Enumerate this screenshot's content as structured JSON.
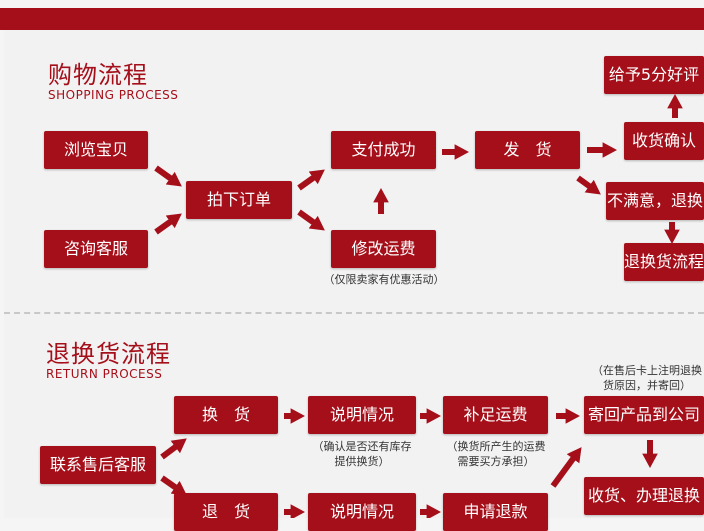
{
  "shopping": {
    "title_cn": "购物流程",
    "title_en": "SHOPPING PROCESS",
    "browse": "浏览宝贝",
    "consult": "咨询客服",
    "order": "拍下订单",
    "pay_success": "支付成功",
    "modify_shipping": "修改运费",
    "modify_note": "（仅限卖家有优惠活动）",
    "ship": "发　货",
    "confirm_receipt": "收货确认",
    "good_review": "给予5分好评",
    "unsatisfied": "不满意，退换",
    "return_flow": "退换货流程"
  },
  "returns": {
    "title_cn": "退换货流程",
    "title_en": "RETURN PROCESS",
    "contact": "联系售后客服",
    "exchange": "换　货",
    "explain_1": "说明情况",
    "exchange_note_1": "（确认是否还有库存",
    "exchange_note_2": "提供换货）",
    "supplement": "补足运费",
    "supplement_note_1": "（换货所产生的运费",
    "supplement_note_2": "需要买方承担）",
    "send_back": "寄回产品到公司",
    "send_note_1": "（在售后卡上注明退换",
    "send_note_2": "货原因，并寄回）",
    "receive_process": "收货、办理退换",
    "refund": "退　货",
    "explain_2": "说明情况",
    "apply_refund": "申请退款"
  },
  "colors": {
    "brand": "#a50f1a",
    "background": "#f2f2f2"
  }
}
